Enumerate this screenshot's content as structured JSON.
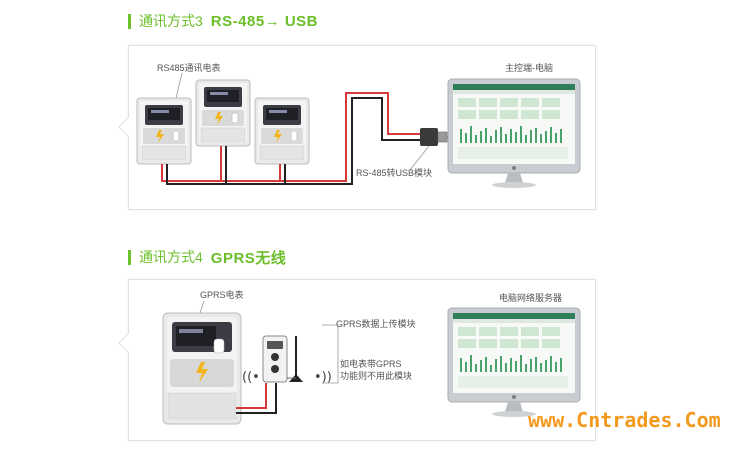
{
  "section3": {
    "title_prefix": "通讯方式3",
    "title_main": "RS-485→ USB",
    "meter_label": "RS485通讯电表",
    "computer_label": "主控端-电脑",
    "module_label": "RS-485转USB模块"
  },
  "section4": {
    "title_prefix": "通讯方式4",
    "title_main": "GPRS无线",
    "meter_label": "GPRS电表",
    "module_label": "GPRS数据上传模块",
    "note_line1": "如电表带GPRS",
    "note_line2": "功能则不用此模块",
    "server_label": "电脑网络服务器"
  },
  "watermark": "www.Cntrades.Com",
  "colors": {
    "accent_green": "#6bbf2a",
    "wire_red": "#d43a3a",
    "wire_black": "#222222",
    "watermark_orange": "#f39a1e"
  }
}
